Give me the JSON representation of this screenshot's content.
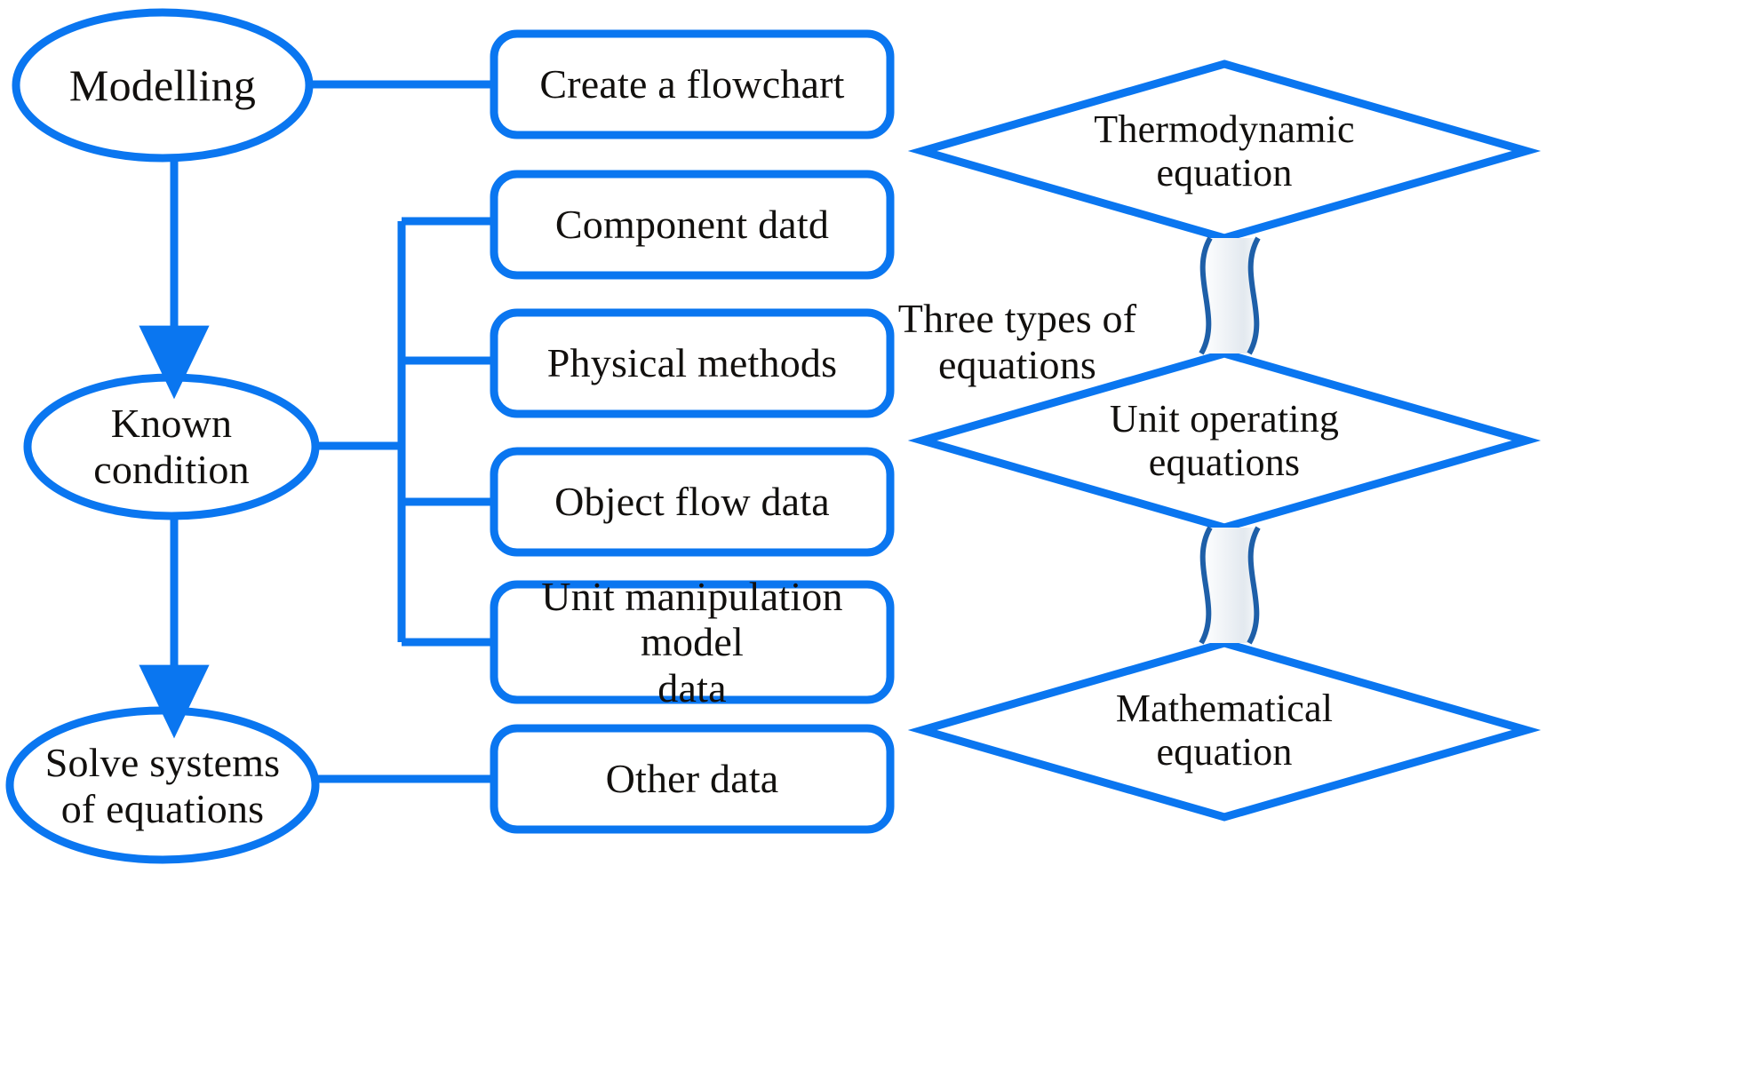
{
  "diagram": {
    "title": "Modelling workflow flowchart",
    "accent_color": "#0a76f0",
    "text_color": "#12100e",
    "background_color": "#ffffff",
    "stages": [
      {
        "id": "modelling",
        "shape": "ellipse",
        "label": "Modelling"
      },
      {
        "id": "known-condition",
        "shape": "ellipse",
        "label": "Known\ncondition"
      },
      {
        "id": "solve-systems",
        "shape": "ellipse",
        "label": "Solve systems\nof equations"
      }
    ],
    "boxes": [
      {
        "id": "create-a-flowchart",
        "shape": "rounded-rect",
        "label": "Create a flowchart",
        "from": "modelling"
      },
      {
        "id": "component-datd",
        "shape": "rounded-rect",
        "label": "Component datd",
        "from": "known-condition"
      },
      {
        "id": "physical-methods",
        "shape": "rounded-rect",
        "label": "Physical methods",
        "from": "known-condition"
      },
      {
        "id": "object-flow-data",
        "shape": "rounded-rect",
        "label": "Object flow data",
        "from": "known-condition"
      },
      {
        "id": "unit-manipulation-model-data",
        "shape": "rounded-rect",
        "label": "Unit manipulation model\ndata",
        "from": "known-condition"
      },
      {
        "id": "other-data",
        "shape": "rounded-rect",
        "label": "Other data",
        "from": "solve-systems"
      }
    ],
    "equations": {
      "group_label": "Three types of\nequations",
      "diamonds": [
        {
          "id": "thermodynamic-equation",
          "shape": "diamond",
          "label": "Thermodynamic\nequation"
        },
        {
          "id": "unit-operating-equations",
          "shape": "diamond",
          "label": "Unit operating\nequations"
        },
        {
          "id": "mathematical-equation",
          "shape": "diamond",
          "label": "Mathematical\nequation"
        }
      ]
    },
    "connectors": [
      {
        "id": "modelling-to-known",
        "type": "arrow",
        "direction": "down"
      },
      {
        "id": "known-to-solve",
        "type": "arrow",
        "direction": "down"
      },
      {
        "id": "modelling-to-create",
        "type": "line"
      },
      {
        "id": "known-to-bracket",
        "type": "line"
      },
      {
        "id": "solve-to-other",
        "type": "line"
      },
      {
        "id": "thermo-to-unitop",
        "type": "wavy-ribbon"
      },
      {
        "id": "unitop-to-math",
        "type": "wavy-ribbon"
      }
    ]
  }
}
